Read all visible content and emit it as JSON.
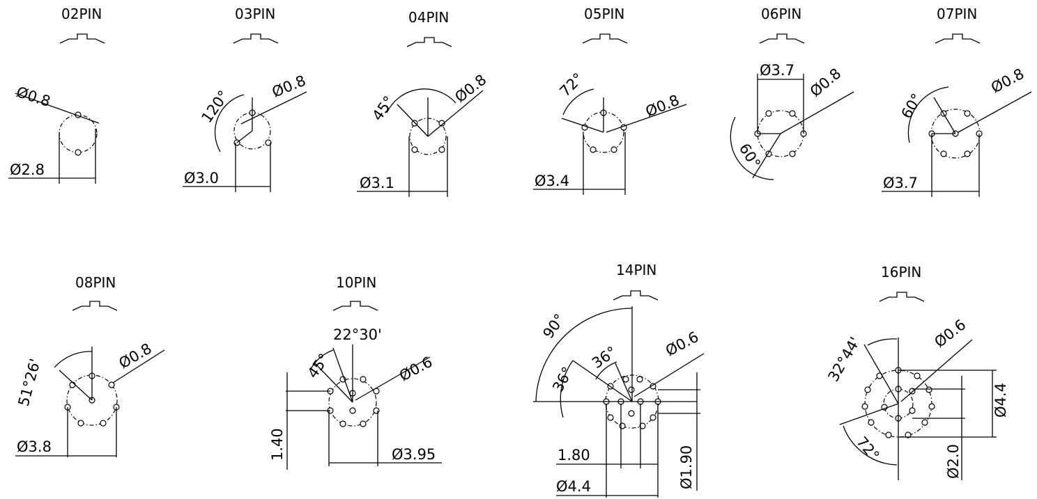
{
  "diagrams": [
    {
      "title": "02PIN",
      "pin_dia": "Ø0.8",
      "circle_dia": "Ø2.8"
    },
    {
      "title": "03PIN",
      "angle": "120°",
      "pin_dia": "Ø0.8",
      "circle_dia": "Ø3.0"
    },
    {
      "title": "04PIN",
      "angle": "45°",
      "pin_dia": "Ø0.8",
      "circle_dia": "Ø3.1"
    },
    {
      "title": "05PIN",
      "angle": "72°",
      "pin_dia": "Ø0.8",
      "circle_dia": "Ø3.4"
    },
    {
      "title": "06PIN",
      "top_dim": "Ø3.7",
      "pin_dia": "Ø0.8",
      "angle": "60°"
    },
    {
      "title": "07PIN",
      "angle": "60°",
      "pin_dia": "Ø0.8",
      "circle_dia": "Ø3.7"
    },
    {
      "title": "08PIN",
      "angle": "51°26'",
      "pin_dia": "Ø0.8",
      "circle_dia": "Ø3.8"
    },
    {
      "title": "10PIN",
      "angle_a": "22°30'",
      "angle_b": "45°",
      "pin_dia": "Ø0.6",
      "circle_dia": "Ø3.95",
      "offset": "1.40"
    },
    {
      "title": "14PIN",
      "angle_a": "90°",
      "angle_b": "36°",
      "angle_c": "36°",
      "pin_dia": "Ø0.6",
      "inner_dim": "1.80",
      "outer_dim": "Ø4.4",
      "right_dim": "Ø1.90"
    },
    {
      "title": "16PIN",
      "angle_a": "32°44'",
      "angle_b": "72°",
      "pin_dia": "Ø0.6",
      "outer_dim": "Ø4.4",
      "inner_dim": "Ø2.0"
    }
  ]
}
